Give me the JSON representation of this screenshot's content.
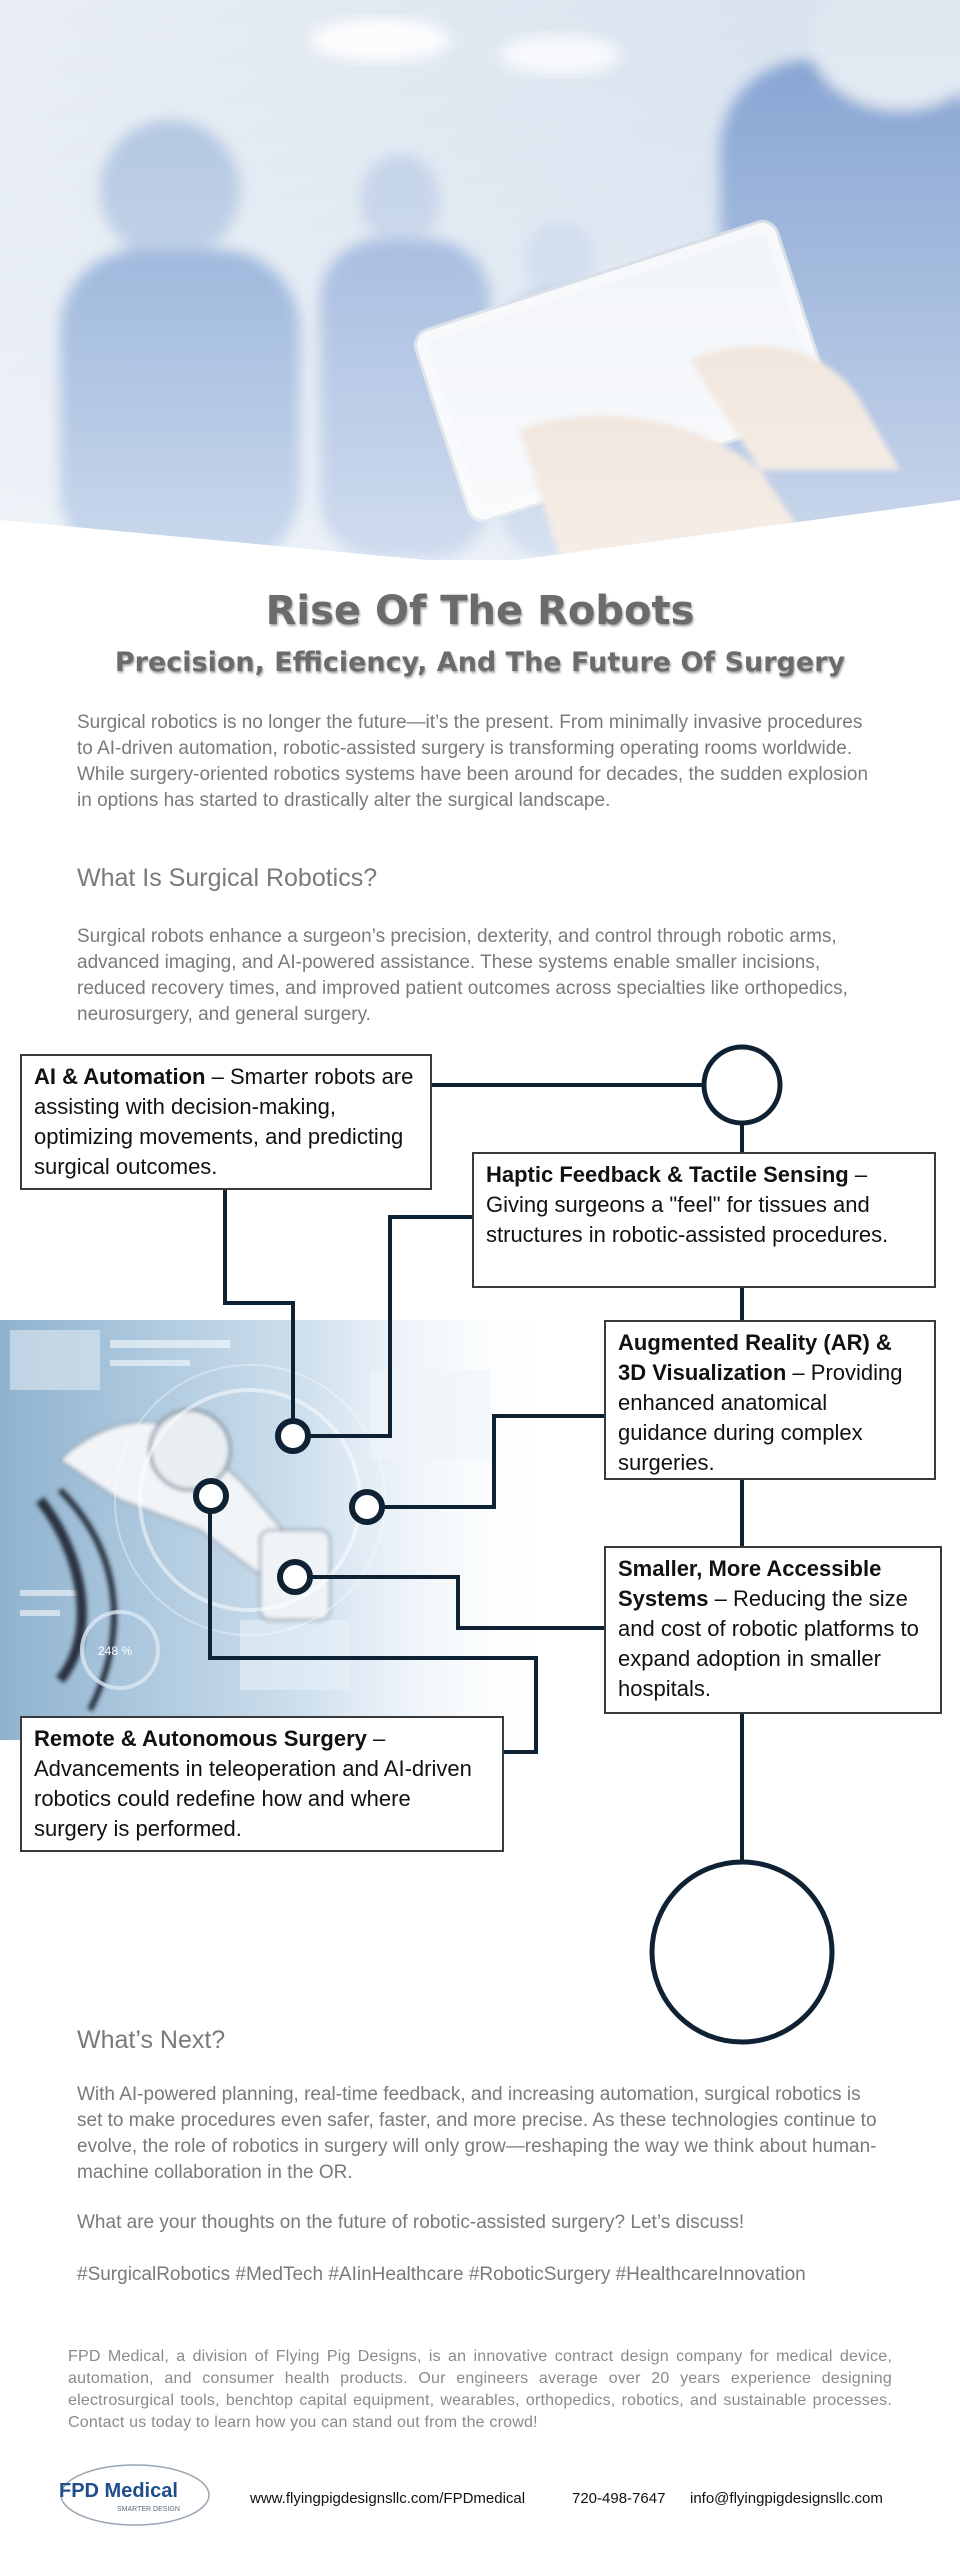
{
  "header": {
    "title": "Rise Of The Robots",
    "subtitle": "Precision, Efficiency, And The Future Of Surgery"
  },
  "intro": "Surgical robotics is no longer the future—it’s the present. From minimally invasive procedures to AI-driven automation, robotic-assisted surgery is transforming operating rooms worldwide. While surgery-oriented robotics systems have been around for decades, the sudden explosion in options has started to drastically alter the surgical landscape.",
  "what_is": {
    "heading": "What Is Surgical Robotics?",
    "body": "Surgical robots enhance a surgeon’s precision, dexterity, and control through robotic arms, advanced imaging, and AI-powered assistance. These systems enable smaller incisions, reduced recovery times, and improved patient outcomes across specialties like orthopedics, neurosurgery, and general surgery."
  },
  "boxes": [
    {
      "title": "AI & Automation",
      "text": " – Smarter robots are assisting with decision-making, optimizing movements, and predicting surgical outcomes."
    },
    {
      "title": "Haptic Feedback & Tactile Sensing",
      "text": " – Giving surgeons a \"feel\" for tissues and structures in robotic-assisted procedures."
    },
    {
      "title": "Augmented Reality (AR) & 3D Visualization",
      "text": " – Providing enhanced anatomical guidance during complex surgeries."
    },
    {
      "title": "Smaller, More Accessible Systems",
      "text": " – Reducing the size and cost of robotic platforms to expand adoption in smaller hospitals."
    },
    {
      "title": "Remote & Autonomous Surgery",
      "text": " – Advancements in teleoperation and AI-driven robotics could redefine how and where surgery is performed."
    }
  ],
  "gauge_label": "248 %",
  "whats_next": {
    "heading": "What’s Next?",
    "body": "With AI-powered planning, real-time feedback, and increasing automation, surgical robotics is set to make procedures even safer, faster, and more precise. As these technologies continue to evolve, the role of robotics in surgery will only grow—reshaping the way we think about human-machine collaboration in the OR.",
    "question": "What are your thoughts on the future of robotic-assisted surgery? Let’s discuss!",
    "hashtags": "#SurgicalRobotics #MedTech #AIinHealthcare #RoboticSurgery #HealthcareInnovation"
  },
  "footer": {
    "about": "FPD Medical, a division of Flying Pig Designs, is an innovative contract design company for medical device, automation, and consumer health products.  Our engineers average over 20 years experience designing electrosurgical tools, benchtop capital equipment, wearables, orthopedics, robotics, and sustainable processes.  Contact us today to learn how you can stand out from the crowd!",
    "logo_text": "FPD Medical",
    "logo_tagline": "SMARTER DESIGN",
    "website": "www.flyingpigdesignsllc.com/FPDmedical",
    "phone": "720-498-7647",
    "email": "info@flyingpigdesignsllc.com"
  },
  "colors": {
    "navy": "#0e2233",
    "gray_text": "#7a7a7a"
  }
}
